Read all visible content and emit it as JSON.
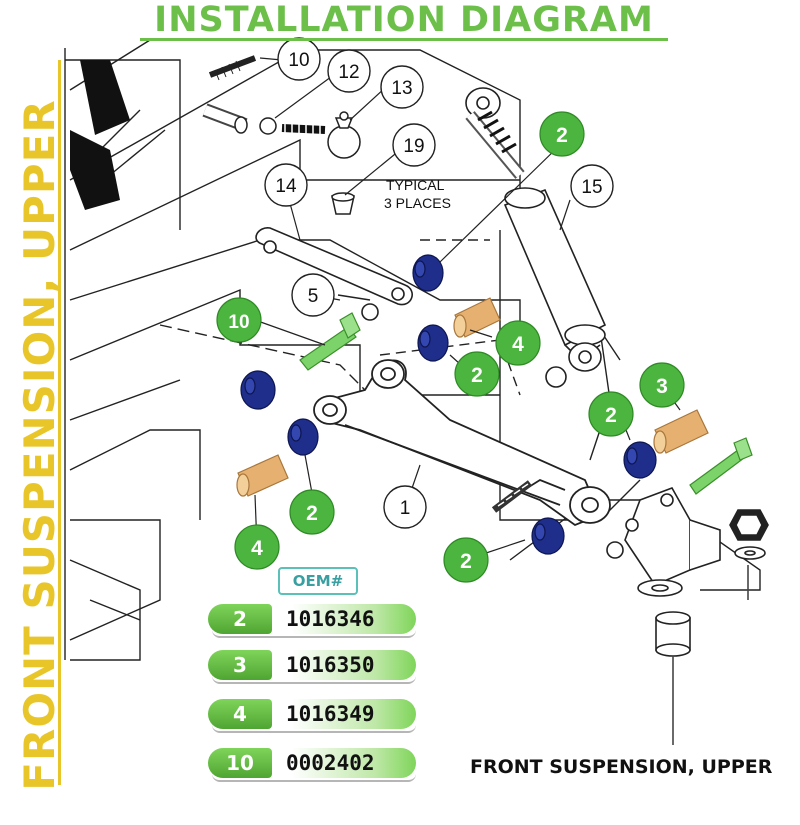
{
  "title": "INSTALLATION DIAGRAM",
  "side_title": "FRONT SUSPENSION, UPPER",
  "caption": "FRONT SUSPENSION, UPPER",
  "note": "TYPICAL\n3 PLACES",
  "note_line1": "TYPICAL",
  "note_line2": "3 PLACES",
  "oem_label": "OEM#",
  "parts": [
    {
      "ref": "2",
      "oem": "1016346"
    },
    {
      "ref": "3",
      "oem": "1016350"
    },
    {
      "ref": "4",
      "oem": "1016349"
    },
    {
      "ref": "10",
      "oem": "0002402"
    }
  ],
  "callouts_white": [
    "10",
    "12",
    "13",
    "19",
    "14",
    "15",
    "5",
    "1"
  ],
  "callouts_green": [
    "2",
    "10",
    "4",
    "2",
    "2",
    "4",
    "3",
    "2",
    "2"
  ],
  "colors": {
    "title_green": "#6cc04a",
    "side_title_yellow": "#e8c62a",
    "callout_green": "#4cb53f",
    "bushing_blue": "#1f2e8a",
    "sleeve_tan": "#e6b070",
    "bolt_green": "#7bd36a",
    "oem_teal": "#3a9fa0"
  }
}
